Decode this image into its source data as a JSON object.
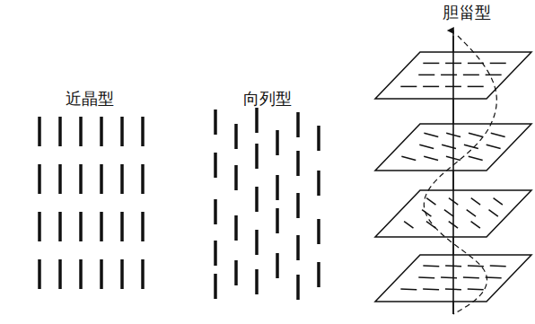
{
  "diagram": {
    "labels": [
      "近晶型",
      "向列型",
      "胆甾型"
    ]
  }
}
